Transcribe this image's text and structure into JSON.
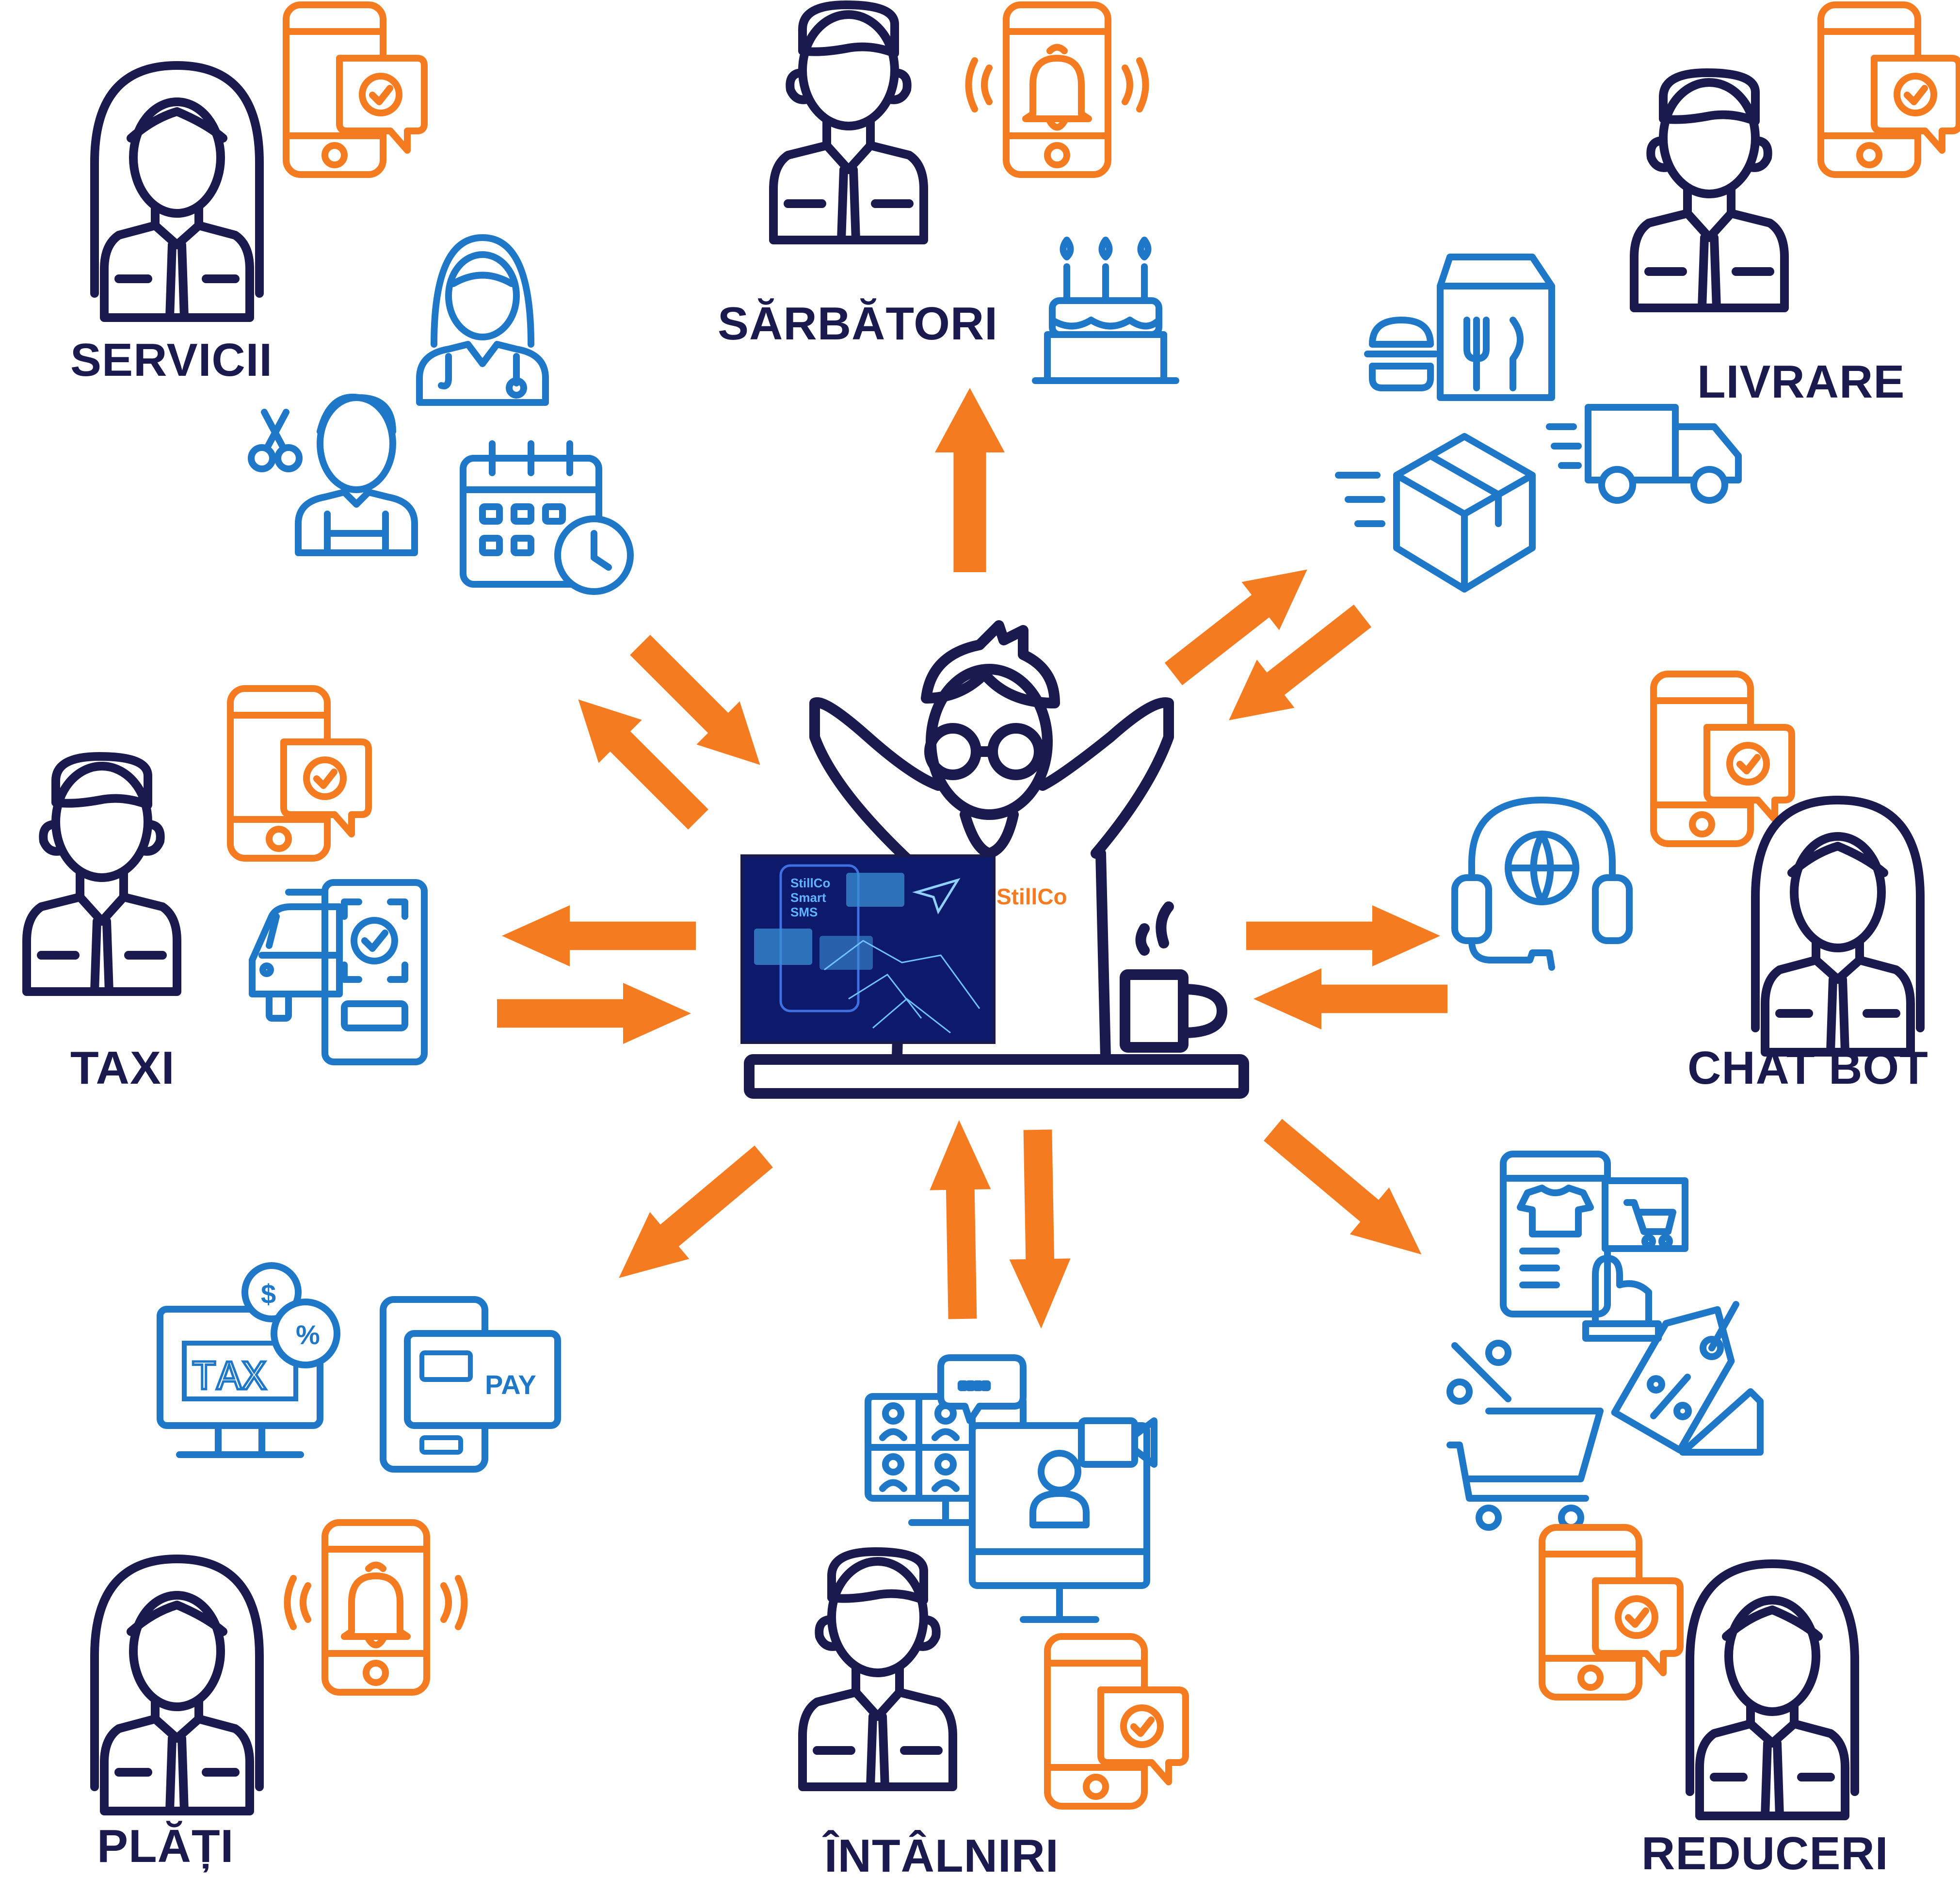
{
  "colors": {
    "navy": "#1a1a4e",
    "orange": "#f47b20",
    "blue": "#1f77c7",
    "screen": "#0d1a6b"
  },
  "center": {
    "brand": "StillCo",
    "screen_lines": [
      "StillCo",
      "Smart",
      "SMS"
    ]
  },
  "labels": {
    "servicii": "SERVICII",
    "sarbatori": "SĂRBĂTORI",
    "livrare": "LIVRARE",
    "taxi": "TAXI",
    "chat_bot": "CHAT BOT",
    "plati": "PLĂȚI",
    "intalniri": "ÎNTÂLNIRI",
    "reduceri": "REDUCERI"
  },
  "icon_text": {
    "tax": "TAX",
    "pay": "PAY",
    "dollar": "$",
    "percent": "%",
    "dots": "...."
  },
  "icons": [
    "person-icon",
    "phone-check-icon",
    "phone-bell-icon",
    "cake-icon",
    "doctor-icon",
    "barber-icon",
    "calendar-clock-icon",
    "food-icon",
    "delivery-truck-icon",
    "box-icon",
    "taxi-icon",
    "phone-scan-icon",
    "headset-globe-icon",
    "shop-phone-icon",
    "cart-icon",
    "discount-tag-icon",
    "tax-computer-icon",
    "card-pay-icon",
    "video-meeting-icon"
  ]
}
